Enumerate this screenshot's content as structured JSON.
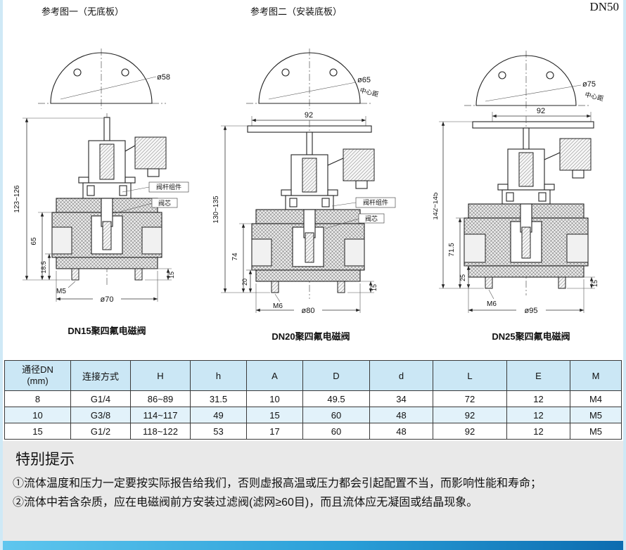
{
  "page": {
    "corner_label": "DN50",
    "colors": {
      "table_header_bg": "#cbe7f5",
      "table_alt_row_bg": "#e2f2fa",
      "notice_bg": "#e9e9e9",
      "frame_blue": "#cfe9f6",
      "bottom_bar_left": "#5ec6ee",
      "bottom_bar_right": "#0c6cb0"
    }
  },
  "refs": {
    "fig1": "参考图一（无底板）",
    "fig2": "参考图二（安装底板）"
  },
  "valves": [
    {
      "caption": "DN15聚四氟电磁阀",
      "flange_dia": "ø58",
      "height_range": "123~126",
      "body_height": "65",
      "port_height": "18.5",
      "thread": "M5",
      "base_dia": "ø70",
      "stud_height": "15",
      "label_stem": "阀杆组件",
      "label_core": "阀芯"
    },
    {
      "caption": "DN20聚四氟电磁阀",
      "flange_dia": "ø65",
      "center_note": "中心距",
      "plate_width": "92",
      "height_range": "130~135",
      "body_height": "74",
      "port_height": "20",
      "thread": "M6",
      "base_dia": "ø80",
      "stud_height": "15",
      "label_stem": "阀杆组件",
      "label_core": "阀芯"
    },
    {
      "caption": "DN25聚四氟电磁阀",
      "flange_dia": "ø75",
      "center_note": "中心距",
      "plate_width": "92",
      "height_range": "142~145",
      "body_height": "71.5",
      "port_height": "25",
      "thread": "M6",
      "base_dia": "ø95",
      "stud_height": "15"
    }
  ],
  "table": {
    "headers": [
      "通径DN\n(mm)",
      "连接方式",
      "H",
      "h",
      "A",
      "D",
      "d",
      "L",
      "E",
      "M"
    ],
    "rows": [
      [
        "8",
        "G1/4",
        "86~89",
        "31.5",
        "10",
        "49.5",
        "34",
        "72",
        "12",
        "M4"
      ],
      [
        "10",
        "G3/8",
        "114~117",
        "49",
        "15",
        "60",
        "48",
        "92",
        "12",
        "M5"
      ],
      [
        "15",
        "G1/2",
        "118~122",
        "53",
        "17",
        "60",
        "48",
        "92",
        "12",
        "M5"
      ]
    ]
  },
  "notice": {
    "title": "特别提示",
    "items": [
      "①流体温度和压力一定要按实际报告给我们，否则虚报高温或压力都会引起配置不当，而影响性能和寿命；",
      "②流体中若含杂质，应在电磁阀前方安装过滤阀(滤网≥60目)，而且流体应无凝固或结晶现象。"
    ]
  }
}
